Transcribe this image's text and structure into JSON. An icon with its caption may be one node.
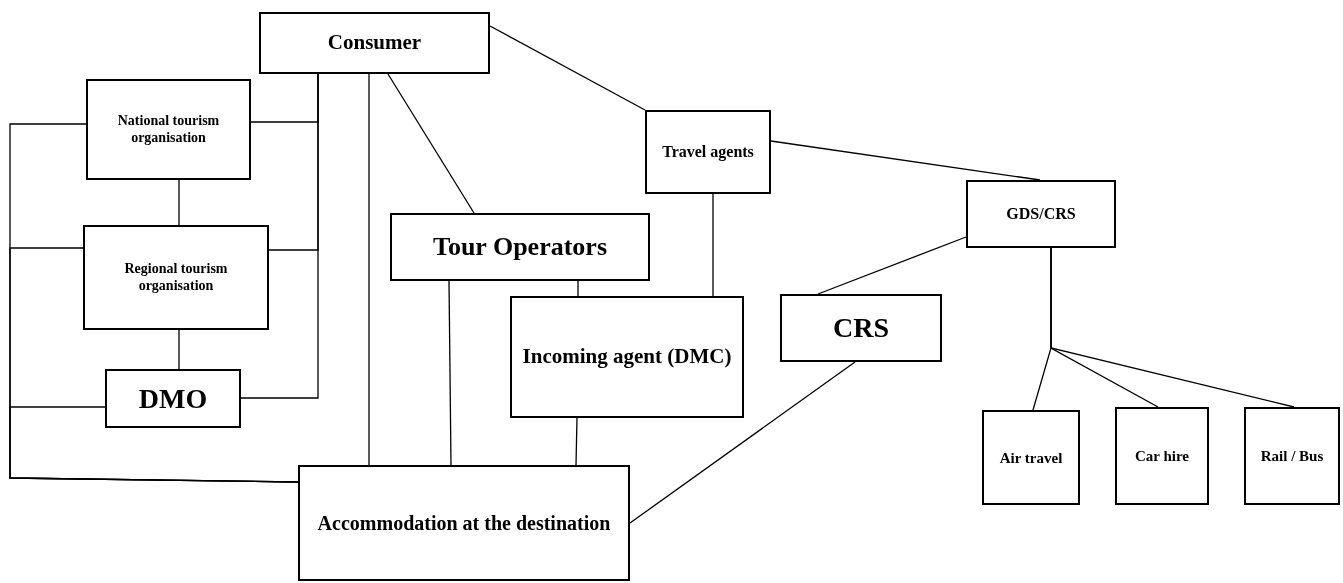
{
  "diagram": {
    "nodes": [
      {
        "text": [
          "Consumer"
        ]
      },
      {
        "text": [
          "National tourism organisation"
        ]
      },
      {
        "text": [
          "Regional tourism organisation"
        ]
      },
      {
        "text": [
          "DMO"
        ]
      },
      {
        "text": [
          "Travel agents"
        ]
      },
      {
        "text": [
          "GDS/CRS"
        ]
      },
      {
        "text": [
          "Tour Operators"
        ]
      },
      {
        "text": [
          "Incoming agent (DMC)"
        ]
      },
      {
        "text": [
          "CRS"
        ]
      },
      {
        "text": [
          "Accommodation at the destination"
        ]
      },
      {
        "text": [
          "Air travel"
        ]
      },
      {
        "text": [
          "Car hire"
        ]
      },
      {
        "text": [
          "Rail / Bus"
        ]
      }
    ],
    "edges": [
      {
        "from": 0,
        "to": 1,
        "arrow": "none"
      },
      {
        "from": 0,
        "to": 2,
        "arrow": "none"
      },
      {
        "from": 0,
        "to": 3,
        "arrow": "none"
      },
      {
        "from": 1,
        "to": 2,
        "arrow": "none"
      },
      {
        "from": 2,
        "to": 3,
        "arrow": "none"
      },
      {
        "from": 1,
        "to": 9,
        "arrow": "none"
      },
      {
        "from": 2,
        "to": 9,
        "arrow": "none"
      },
      {
        "from": 3,
        "to": 9,
        "arrow": "none"
      },
      {
        "from": 0,
        "to": 9,
        "arrow": "none"
      },
      {
        "from": 0,
        "to": 6,
        "arrow": "none"
      },
      {
        "from": 0,
        "to": 4,
        "arrow": "none"
      },
      {
        "from": 4,
        "to": 5,
        "arrow": "none"
      },
      {
        "from": 4,
        "to": 7,
        "arrow": "none"
      },
      {
        "from": 6,
        "to": 7,
        "arrow": "none"
      },
      {
        "from": 6,
        "to": 9,
        "arrow": "none"
      },
      {
        "from": 7,
        "to": 9,
        "arrow": "none"
      },
      {
        "from": 8,
        "to": 5,
        "arrow": "none"
      },
      {
        "from": 8,
        "to": 9,
        "arrow": "none"
      },
      {
        "from": 5,
        "to": 10,
        "arrow": "none"
      },
      {
        "from": 5,
        "to": 11,
        "arrow": "none"
      },
      {
        "from": 5,
        "to": 12,
        "arrow": "none"
      }
    ]
  }
}
